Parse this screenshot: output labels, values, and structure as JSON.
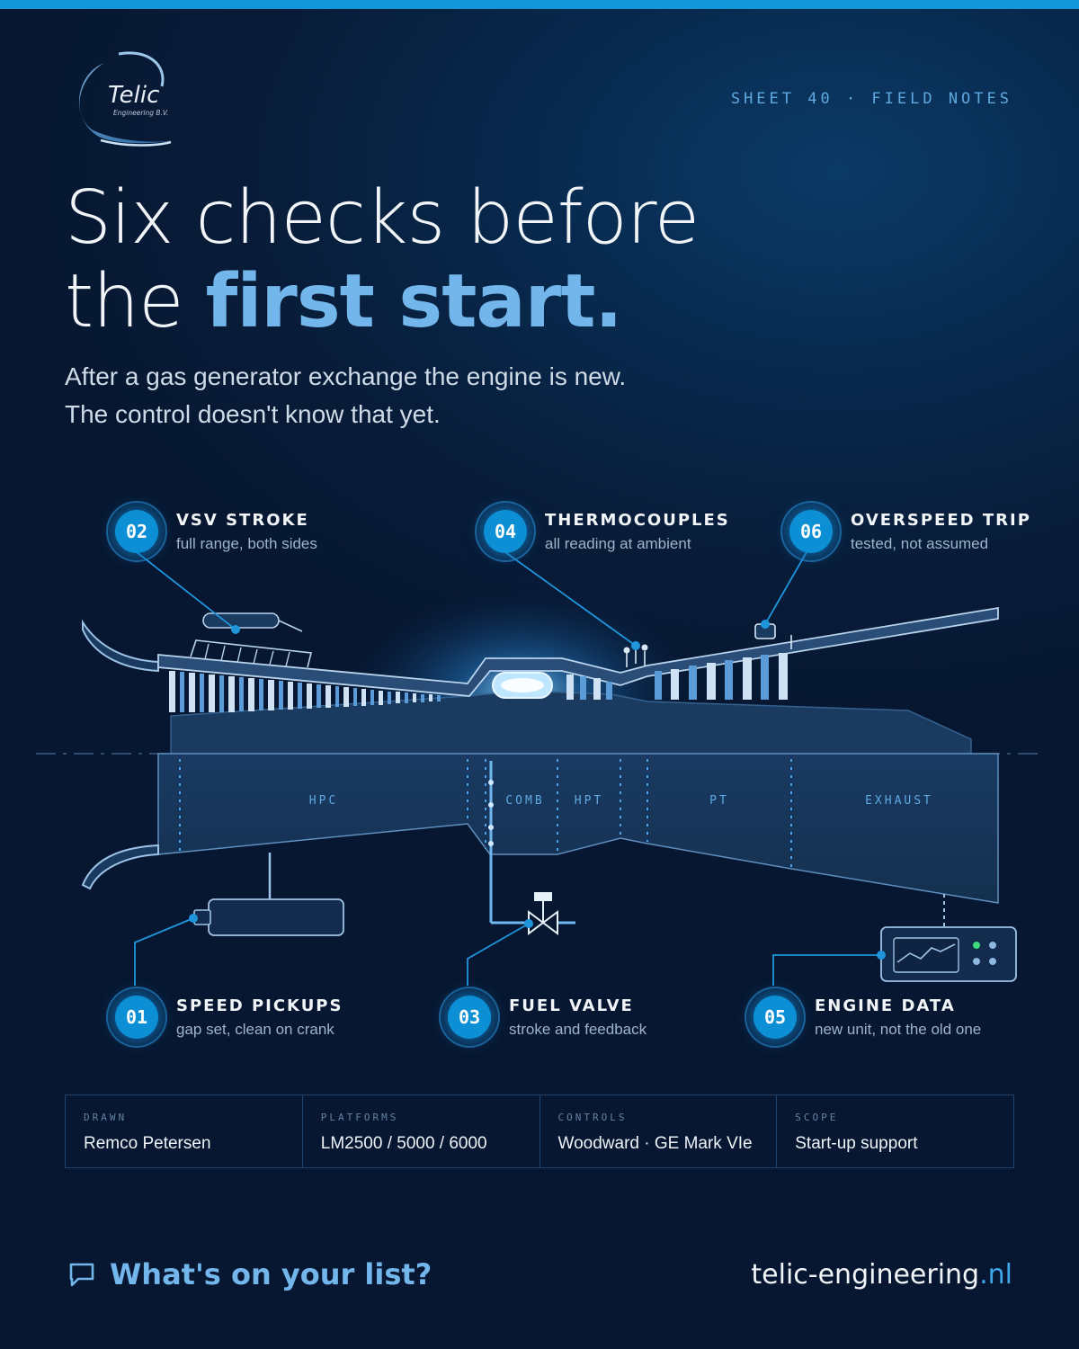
{
  "brand": {
    "name": "Telic",
    "sub": "Engineering B.V.",
    "website": "telic-engineering",
    "website_tld": ".nl"
  },
  "sheet_label": "SHEET 40 · FIELD NOTES",
  "headline": {
    "line1": "Six checks before",
    "line2_plain": "the ",
    "line2_accent": "first start."
  },
  "intro": {
    "line1": "After a gas generator exchange the engine is new.",
    "line2": "The control doesn't know that yet."
  },
  "sections": {
    "hpc": "HPC",
    "comb": "COMB",
    "hpt": "HPT",
    "pt": "PT",
    "exhaust": "EXHAUST"
  },
  "checks": [
    {
      "num": "01",
      "title": "SPEED PICKUPS",
      "subtitle": "gap set, clean on crank"
    },
    {
      "num": "02",
      "title": "VSV STROKE",
      "subtitle": "full range, both sides"
    },
    {
      "num": "03",
      "title": "FUEL VALVE",
      "subtitle": "stroke and feedback"
    },
    {
      "num": "04",
      "title": "THERMOCOUPLES",
      "subtitle": "all reading at ambient"
    },
    {
      "num": "05",
      "title": "ENGINE DATA",
      "subtitle": "new unit, not the old one"
    },
    {
      "num": "06",
      "title": "OVERSPEED TRIP",
      "subtitle": "tested, not assumed"
    }
  ],
  "spec_table": [
    {
      "label": "DRAWN",
      "value": "Remco Petersen"
    },
    {
      "label": "PLATFORMS",
      "value": "LM2500 / 5000 / 6000"
    },
    {
      "label": "CONTROLS",
      "value": "Woodward · GE Mark VIe"
    },
    {
      "label": "SCOPE",
      "value": "Start-up support"
    }
  ],
  "cta": "What's on your list?",
  "colors": {
    "accent": "#72b6ec",
    "badge": "#0c8fd4",
    "bar": "#1296d8",
    "bg": "#081d3a"
  },
  "icons": {
    "cta": "chat-bubble-icon",
    "logo": "telic-swoosh-logo"
  }
}
